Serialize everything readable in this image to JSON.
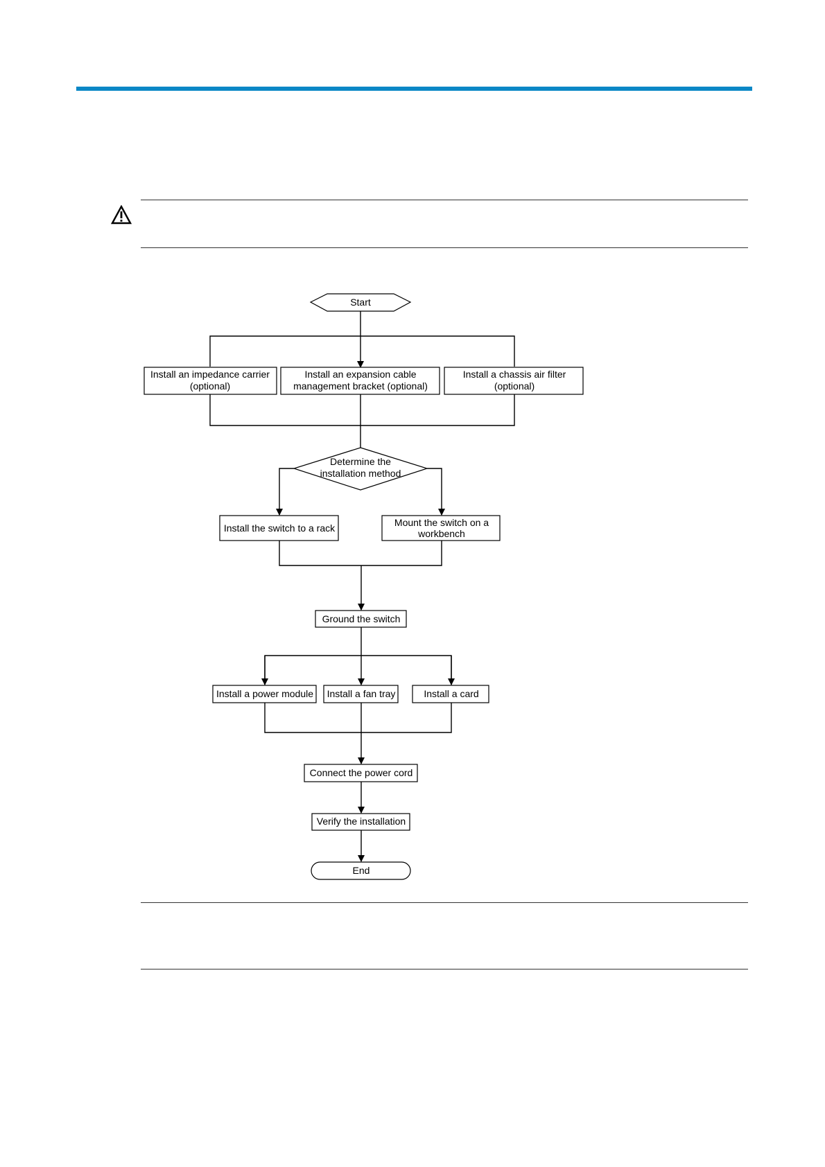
{
  "colors": {
    "accent_bar": "#0a87c6",
    "line": "#000000"
  },
  "icons": {
    "warning": "warning-triangle-icon"
  },
  "flowchart": {
    "start": "Start",
    "install_impedance_l1": "Install an impedance carrier",
    "install_impedance_l2": "(optional)",
    "install_bracket_l1": "Install an expansion cable",
    "install_bracket_l2": "management bracket (optional)",
    "install_filter_l1": "Install a chassis air filter",
    "install_filter_l2": "(optional)",
    "determine_l1": "Determine the",
    "determine_l2": "installation method",
    "rack": "Install the switch to a rack",
    "workbench_l1": "Mount the switch on a",
    "workbench_l2": "workbench",
    "ground": "Ground the switch",
    "power_module": "Install a power module",
    "fan_tray": "Install a fan tray",
    "card": "Install a card",
    "power_cord": "Connect the power cord",
    "verify": "Verify the installation",
    "end": "End"
  }
}
